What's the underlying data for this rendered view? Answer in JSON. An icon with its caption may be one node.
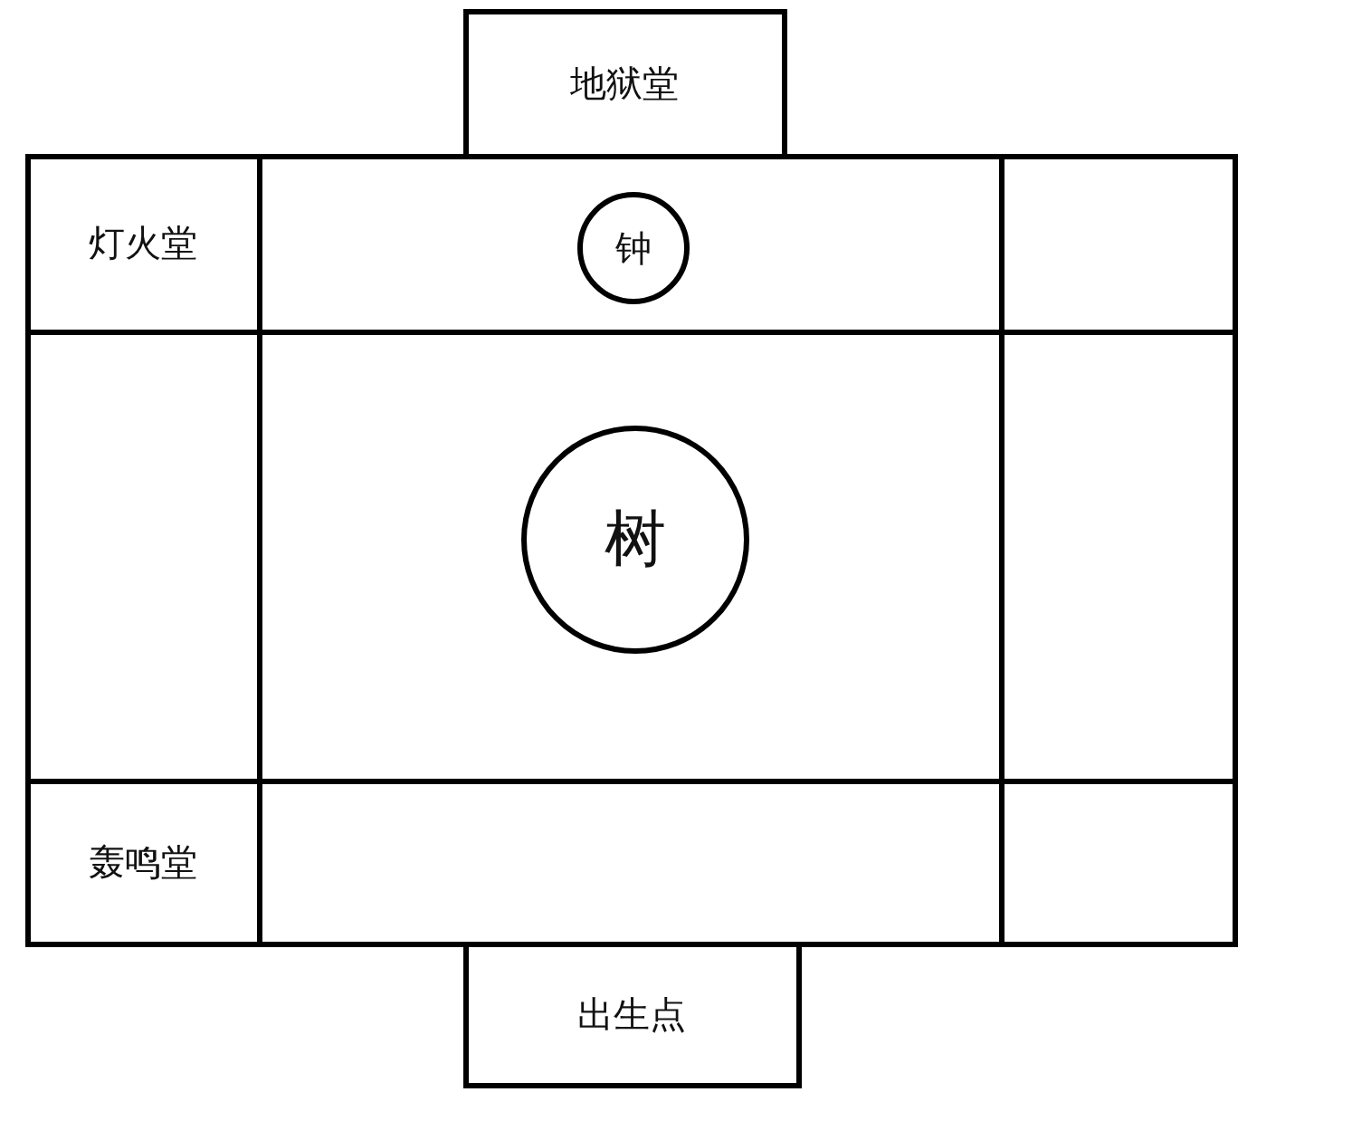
{
  "diagram": {
    "nodes": [
      {
        "text": [
          "地狱堂"
        ]
      },
      {
        "text": [
          "灯火堂"
        ]
      },
      {
        "text": [],
        "shape": "box"
      },
      {
        "text": [
          "钟"
        ],
        "in": 2
      },
      {
        "text": [],
        "shape": "box"
      },
      {
        "text": [],
        "shape": "box"
      },
      {
        "text": [],
        "shape": "box"
      },
      {
        "text": [
          "树"
        ],
        "in": 6
      },
      {
        "text": [],
        "shape": "box"
      },
      {
        "text": [
          "轰鸣堂"
        ]
      },
      {
        "text": [],
        "shape": "box"
      },
      {
        "text": [],
        "shape": "box"
      },
      {
        "text": [
          "出生点"
        ]
      }
    ]
  }
}
